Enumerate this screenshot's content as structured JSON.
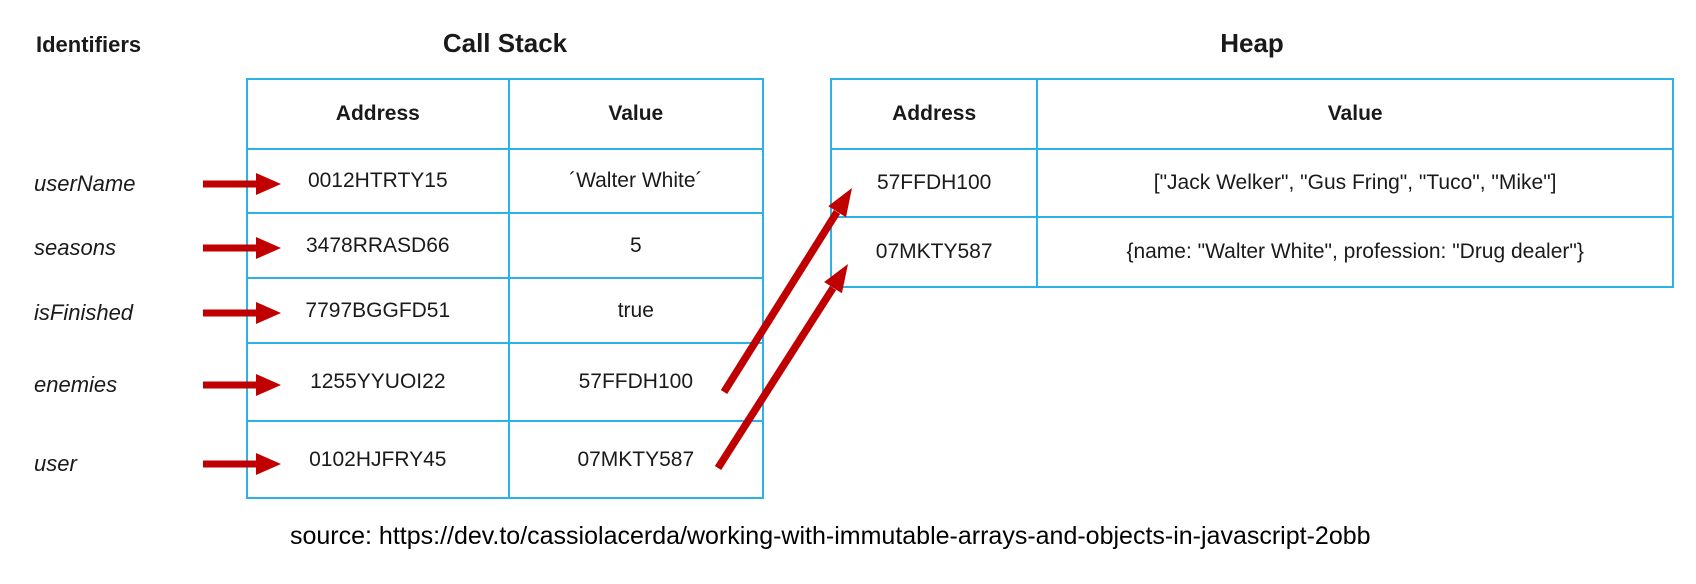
{
  "colors": {
    "table_border": "#2BB3E8",
    "arrow_red": "#C00000",
    "text": "#1A1A1A"
  },
  "identifiers_label": "Identifiers",
  "identifiers": [
    "userName",
    "seasons",
    "isFinished",
    "enemies",
    "user"
  ],
  "call_stack": {
    "title": "Call Stack",
    "columns": [
      "Address",
      "Value"
    ],
    "rows": [
      {
        "address": "0012HTRTY15",
        "value": "´Walter White´"
      },
      {
        "address": "3478RRASD66",
        "value": "5"
      },
      {
        "address": "7797BGGFD51",
        "value": "true"
      },
      {
        "address": "1255YYUOI22",
        "value": "57FFDH100"
      },
      {
        "address": "0102HJFRY45",
        "value": "07MKTY587"
      }
    ]
  },
  "heap": {
    "title": "Heap",
    "columns": [
      "Address",
      "Value"
    ],
    "rows": [
      {
        "address": "57FFDH100",
        "value": "[\"Jack Welker\", \"Gus Fring\", \"Tuco\", \"Mike\"]"
      },
      {
        "address": "07MKTY587",
        "value": "{name: \"Walter White\", profession: \"Drug dealer\"}"
      }
    ]
  },
  "source_text": "source: https://dev.to/cassiolacerda/working-with-immutable-arrays-and-objects-in-javascript-2obb"
}
